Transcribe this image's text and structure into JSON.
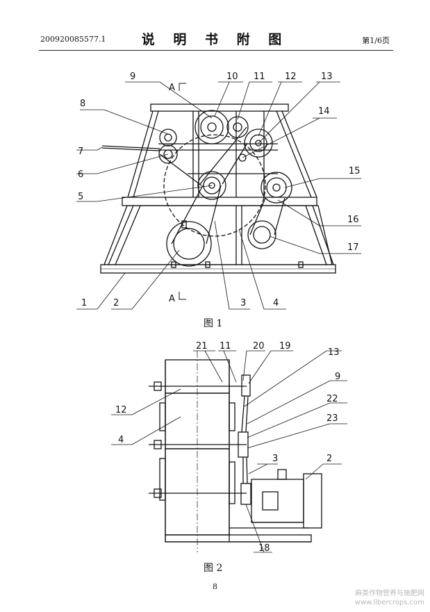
{
  "header": {
    "doc_number": "200920085577.1",
    "title": "说 明 书 附 图",
    "page_label": "第1/6页"
  },
  "figure1": {
    "caption": "图 1",
    "section_mark_top": "A",
    "section_mark_bottom": "A",
    "labels": [
      "1",
      "2",
      "3",
      "4",
      "5",
      "6",
      "7",
      "8",
      "9",
      "10",
      "11",
      "12",
      "13",
      "14",
      "15",
      "16",
      "17"
    ]
  },
  "figure2": {
    "caption": "图 2",
    "labels": [
      "21",
      "11",
      "20",
      "19",
      "13",
      "9",
      "22",
      "23",
      "12",
      "4",
      "3",
      "2",
      "18"
    ]
  },
  "page_number": "8",
  "watermark": {
    "line1": "麻类作物营养与施肥网",
    "line2": "www.libercrops.com"
  }
}
